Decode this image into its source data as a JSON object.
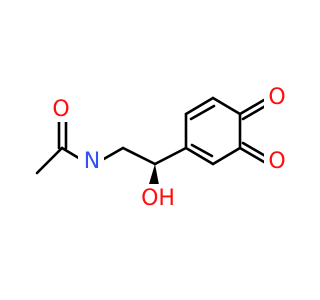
{
  "structure": {
    "atoms": {
      "carbonyl_oxygen_amide": {
        "label": "O",
        "color": "#ff0d0d"
      },
      "amide_nitrogen": {
        "label": "N",
        "color": "#3050f8"
      },
      "hydroxyl_group": {
        "label": "OH",
        "color": "#ff0d0d"
      },
      "quinone_oxygen_top": {
        "label": "O",
        "color": "#ff0d0d"
      },
      "quinone_oxygen_bottom": {
        "label": "O",
        "color": "#ff0d0d"
      }
    },
    "bond_color": "#000000",
    "wedge_color": "#000000"
  }
}
